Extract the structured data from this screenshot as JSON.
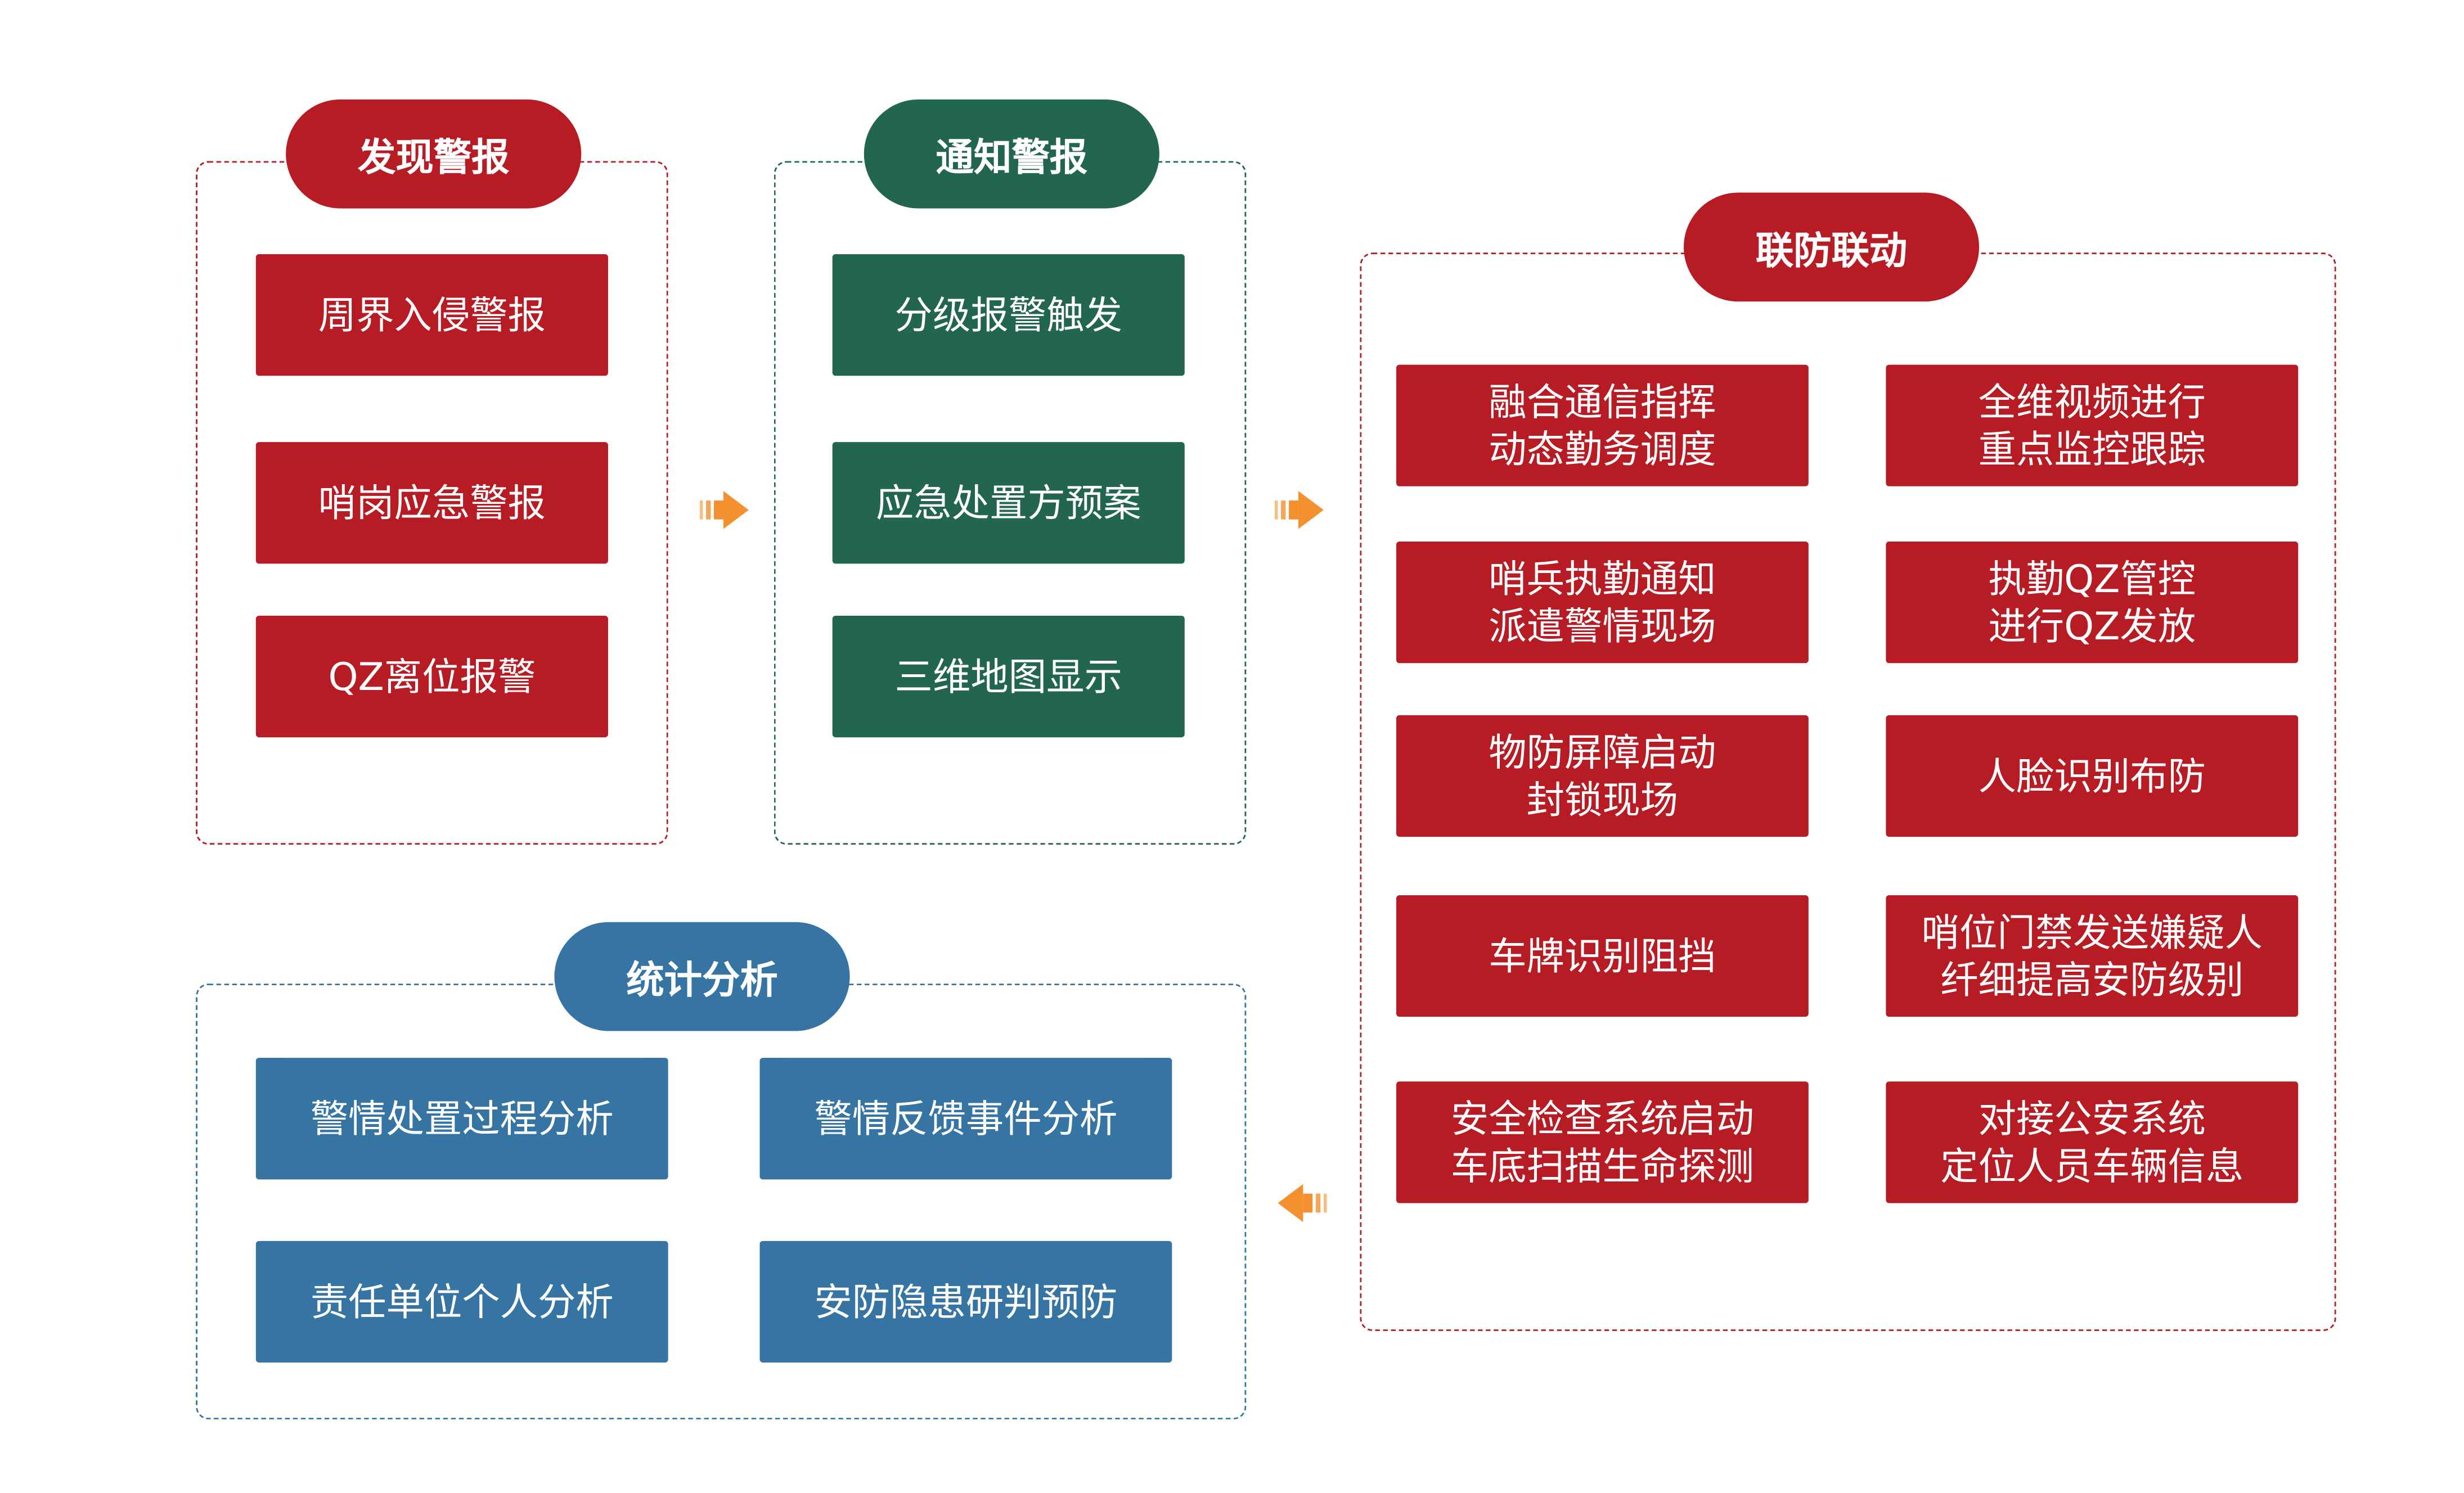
{
  "colors": {
    "red": "#B71C24",
    "green": "#236650",
    "blue": "#3574A3",
    "arrow": "#F39130"
  },
  "discover": {
    "title": "发现警报",
    "items": [
      "周界入侵警报",
      "哨岗应急警报",
      "QZ离位报警"
    ]
  },
  "notify": {
    "title": "通知警报",
    "items": [
      "分级报警触发",
      "应急处置方预案",
      "三维地图显示"
    ]
  },
  "linkage": {
    "title": "联防联动",
    "items": [
      [
        "融合通信指挥",
        "动态勤务调度"
      ],
      [
        "全维视频进行",
        "重点监控跟踪"
      ],
      [
        "哨兵执勤通知",
        "派遣警情现场"
      ],
      [
        "执勤QZ管控",
        "进行QZ发放"
      ],
      [
        "物防屏障启动",
        "封锁现场"
      ],
      [
        "人脸识别布防"
      ],
      [
        "车牌识别阻挡"
      ],
      [
        "哨位门禁发送嫌疑人",
        "纤细提高安防级别"
      ],
      [
        "安全检查系统启动",
        "车底扫描生命探测"
      ],
      [
        "对接公安系统",
        "定位人员车辆信息"
      ]
    ]
  },
  "stats": {
    "title": "统计分析",
    "items": [
      "警情处置过程分析",
      "警情反馈事件分析",
      "责任单位个人分析",
      "安防隐患研判预防"
    ]
  }
}
